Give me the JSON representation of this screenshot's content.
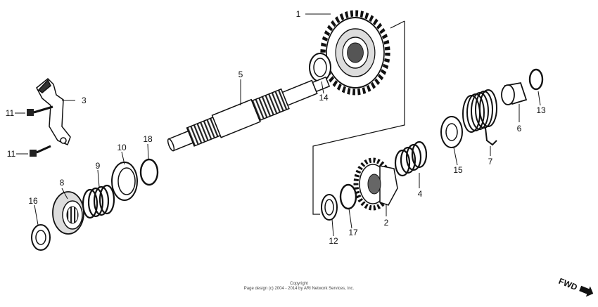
{
  "diagram": {
    "parts": [
      {
        "id": "part-1",
        "number": "1"
      },
      {
        "id": "part-2",
        "number": "2"
      },
      {
        "id": "part-3",
        "number": "3"
      },
      {
        "id": "part-4",
        "number": "4"
      },
      {
        "id": "part-5",
        "number": "5"
      },
      {
        "id": "part-6",
        "number": "6"
      },
      {
        "id": "part-7",
        "number": "7"
      },
      {
        "id": "part-8",
        "number": "8"
      },
      {
        "id": "part-9",
        "number": "9"
      },
      {
        "id": "part-10",
        "number": "10"
      },
      {
        "id": "part-11a",
        "number": "11"
      },
      {
        "id": "part-11b",
        "number": "11"
      },
      {
        "id": "part-12",
        "number": "12"
      },
      {
        "id": "part-13",
        "number": "13"
      },
      {
        "id": "part-14",
        "number": "14"
      },
      {
        "id": "part-15",
        "number": "15"
      },
      {
        "id": "part-16",
        "number": "16"
      },
      {
        "id": "part-17",
        "number": "17"
      },
      {
        "id": "part-18",
        "number": "18"
      }
    ]
  },
  "footer": {
    "copyright_heading": "Copyright",
    "copyright_line": "Page design (c) 2004 - 2014 by ARI Network Services, Inc."
  },
  "direction_label": "FWD"
}
